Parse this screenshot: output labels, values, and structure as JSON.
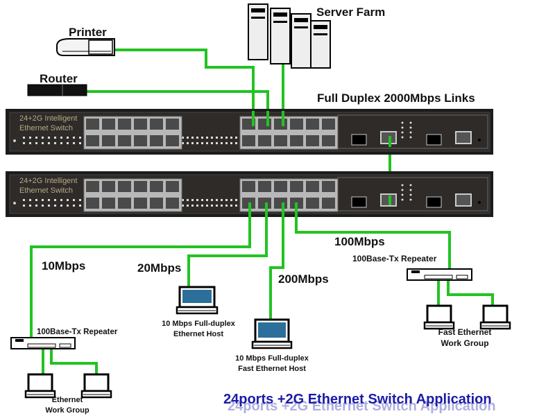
{
  "labels": {
    "server_farm": "Server Farm",
    "printer": "Printer",
    "router": "Router",
    "full_duplex": "Full Duplex 2000Mbps Links",
    "speed_10": "10Mbps",
    "speed_20": "20Mbps",
    "speed_200": "200Mbps",
    "speed_100": "100Mbps",
    "repeater_left": "100Base-Tx Repeater",
    "repeater_right": "100Base-Tx Repeater",
    "host1_line1": "10 Mbps Full-duplex",
    "host1_line2": "Ethernet Host",
    "host2_line1": "10 Mbps Full-duplex",
    "host2_line2": "Fast Ethernet Host",
    "wg_left_line1": "Ethernet",
    "wg_left_line2": "Work Group",
    "wg_right_line1": "Fast Ethernet",
    "wg_right_line2": "Work Group"
  },
  "switches": [
    {
      "line1": "24+2G Intelligent",
      "line2": "Ethernet Switch"
    },
    {
      "line1": "24+2G Intelligent",
      "line2": "Ethernet Switch"
    }
  ],
  "title": "24ports +2G Ethernet Switch Application",
  "colors": {
    "link": "#22c322",
    "title": "#1a1aa8",
    "switch_body": "#2a2a2a"
  }
}
